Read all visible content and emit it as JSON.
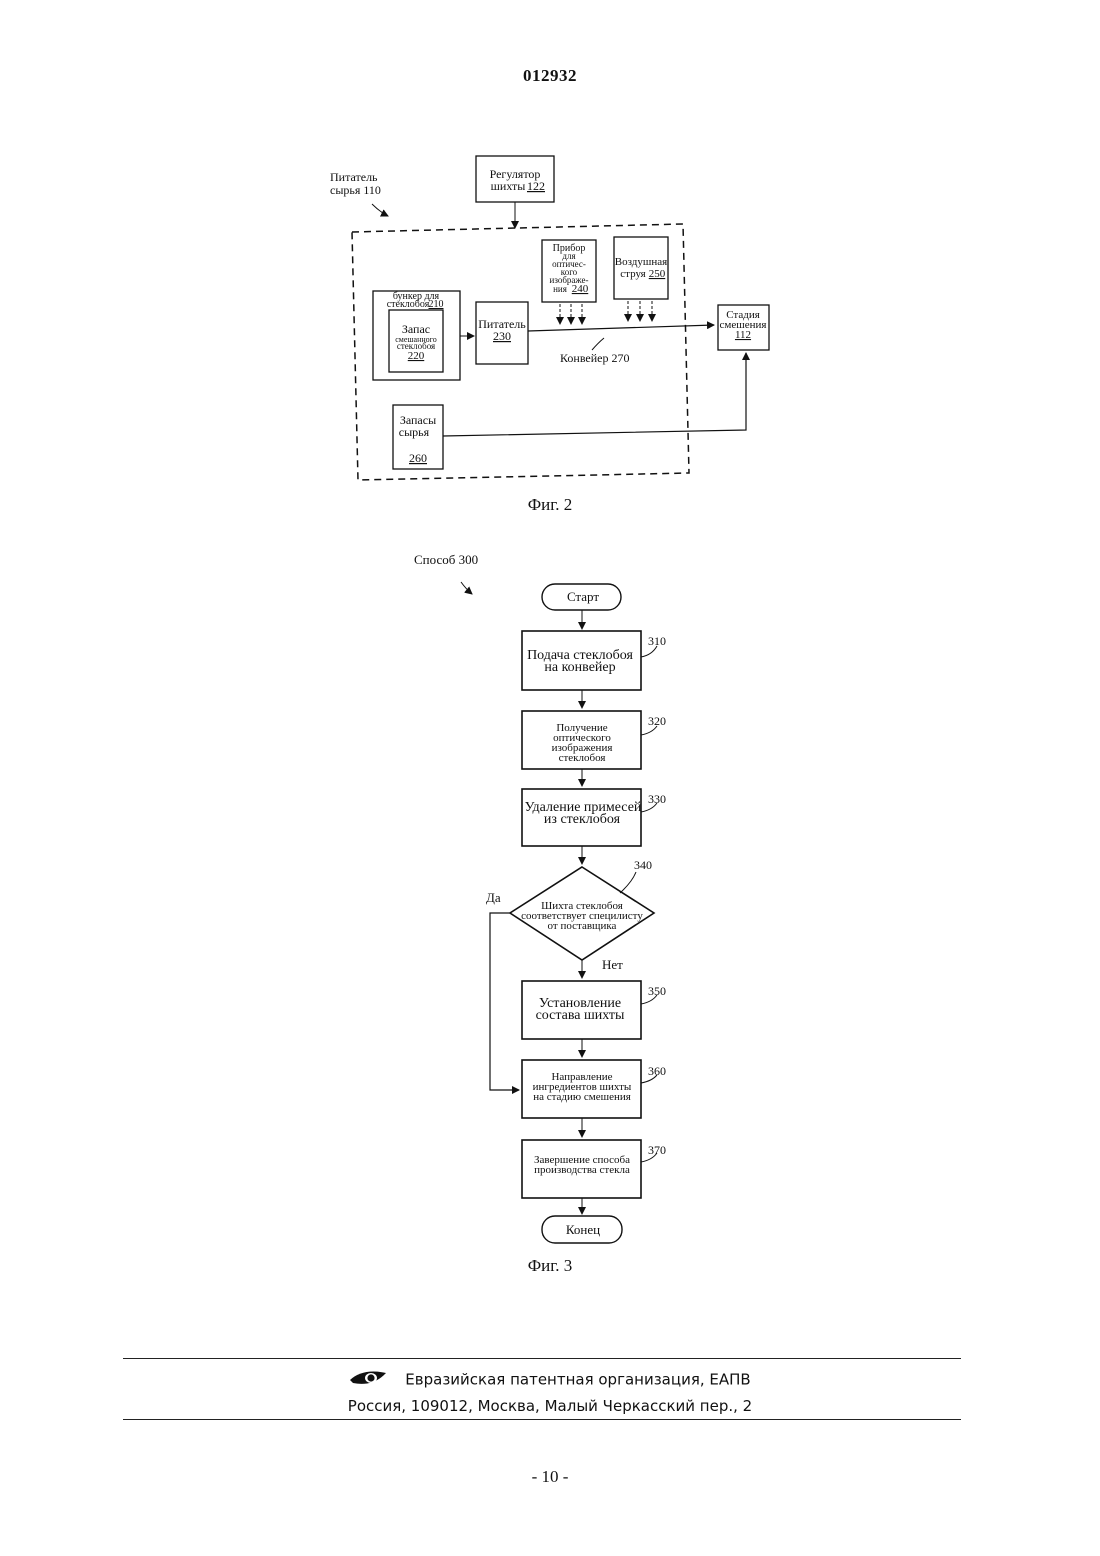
{
  "header": {
    "doc_number": "012932"
  },
  "fig2": {
    "caption": "Фиг. 2",
    "feeder_label_line1": "Питатель",
    "feeder_label_line2": "сырья 110",
    "regulator_line1": "Регулятор",
    "regulator_line2": "шихты ",
    "regulator_ref": "122",
    "bunker_line1": "бункер для",
    "bunker_line2": "стеклобоя ",
    "bunker_ref": "210",
    "stock_line1": "Запас",
    "stock_line2": "смешанного",
    "stock_line3": "стеклобоя",
    "stock_ref": "220",
    "feeder_box_label": "Питатель",
    "feeder_box_ref": "230",
    "optical_line1": "Прибор",
    "optical_line2": "для",
    "optical_line3": "оптичес-",
    "optical_line4": "кого",
    "optical_line5": "изображе-",
    "optical_line6": "ния ",
    "optical_ref": "240",
    "airjet_line1": "Воздушная",
    "airjet_line2": "струя ",
    "airjet_ref": "250",
    "mixing_line1": "Стадия",
    "mixing_line2": "смешения",
    "mixing_ref": "112",
    "conveyor_label": "Конвейер 270",
    "raw_line1": "Запасы",
    "raw_line2": "сырья",
    "raw_ref": "260"
  },
  "fig3": {
    "caption": "Фиг. 3",
    "method_label": "Способ 300",
    "start": "Старт",
    "end": "Конец",
    "yes": "Да",
    "no": "Нет",
    "steps": [
      {
        "ref": "310",
        "lines": [
          "Подача стеклобоя",
          "на конвейер"
        ]
      },
      {
        "ref": "320",
        "lines": [
          "Получение",
          "оптического",
          "изображения",
          "стеклобоя"
        ]
      },
      {
        "ref": "330",
        "lines": [
          "Удаление примесей",
          "из стеклобоя"
        ]
      },
      {
        "ref": "340",
        "lines": [
          "Шихта стеклобоя",
          "соответствует специлисту",
          "от поставщика"
        ]
      },
      {
        "ref": "350",
        "lines": [
          "Установление",
          "состава шихты"
        ]
      },
      {
        "ref": "360",
        "lines": [
          "Направление",
          "ингредиентов шихты",
          "на стадию смешения"
        ]
      },
      {
        "ref": "370",
        "lines": [
          "Завершение способа",
          "производства стекла"
        ]
      }
    ]
  },
  "footer": {
    "organization": "Евразийская патентная организация, ЕАПВ",
    "address": "Россия, 109012, Москва, Малый Черкасский пер., 2",
    "page_number": "- 10 -",
    "logo_icon": "eapo-eye-logo-icon"
  }
}
